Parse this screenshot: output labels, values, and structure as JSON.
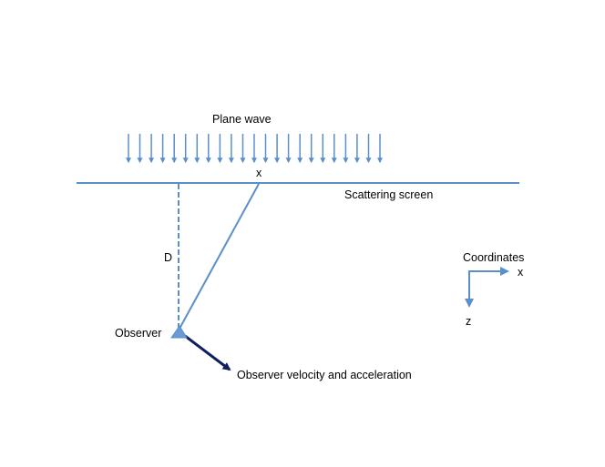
{
  "labels": {
    "plane_wave": "Plane wave",
    "x_point": "x",
    "scattering_screen": "Scattering screen",
    "distance": "D",
    "observer": "Observer",
    "velocity": "Observer velocity and acceleration",
    "coordinates": "Coordinates",
    "axis_x": "x",
    "axis_z": "z"
  },
  "colors": {
    "line": "#5b8fcc",
    "velocity_arrow": "#10205f",
    "observer_marker": "#6a9ad4",
    "text": "#000000"
  },
  "plane_wave": {
    "arrow_count": 23
  }
}
